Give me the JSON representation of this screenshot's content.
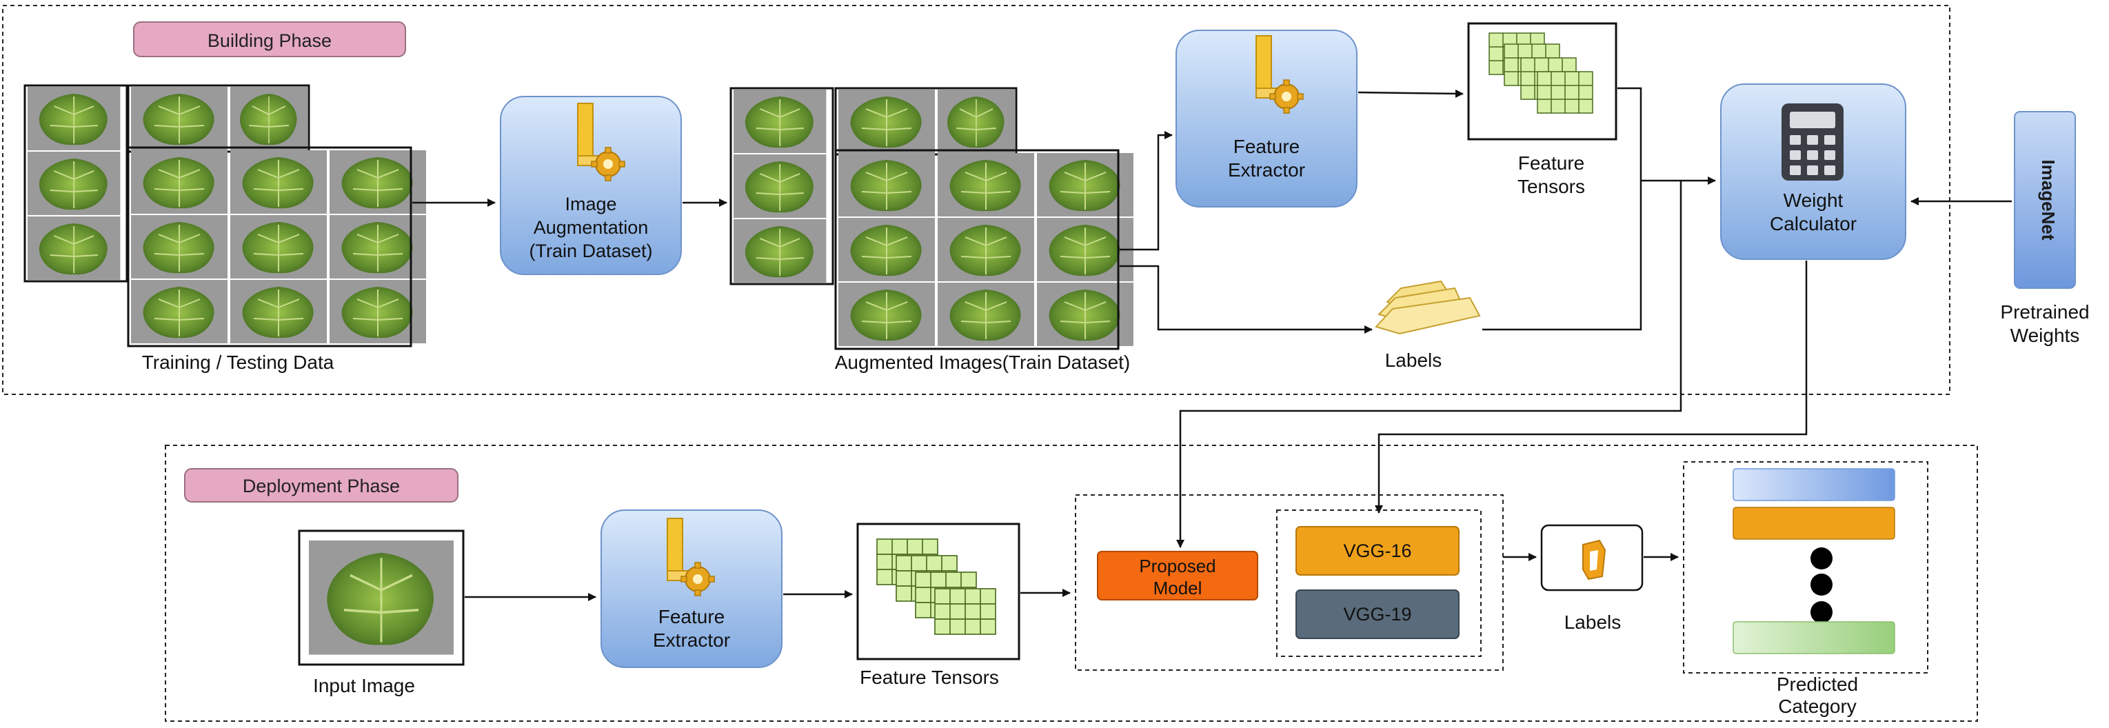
{
  "building_phase": {
    "title": "Building Phase",
    "training_label": "Training / Testing Data",
    "augmentation_line1": "Image",
    "augmentation_line2": "Augmentation",
    "augmentation_line3": "(Train Dataset)",
    "augmented_label": "Augmented Images(Train Dataset)",
    "extractor_line1": "Feature",
    "extractor_line2": "Extractor",
    "tensors_line1": "Feature",
    "tensors_line2": "Tensors",
    "labels": "Labels",
    "weight_line1": "Weight",
    "weight_line2": "Calculator",
    "imagenet": "ImageNet",
    "pretrained_line1": "Pretrained",
    "pretrained_line2": "Weights"
  },
  "deployment_phase": {
    "title": "Deployment Phase",
    "input_label": "Input Image",
    "extractor_line1": "Feature",
    "extractor_line2": "Extractor",
    "tensors_label": "Feature Tensors",
    "proposed_line1": "Proposed",
    "proposed_line2": "Model",
    "vgg16": "VGG-16",
    "vgg19": "VGG-19",
    "labels": "Labels",
    "predicted_line1": "Predicted",
    "predicted_line2": "Category"
  },
  "colors": {
    "phase_label_fill": "#e6a9c3",
    "process_box": "#a9c7ef",
    "proposed": "#f36a10",
    "vgg16": "#f0a11a",
    "vgg19": "#5a6b7b",
    "tensor_cell": "#d6f0a6",
    "leaf_bg": "#8a8a8a"
  }
}
